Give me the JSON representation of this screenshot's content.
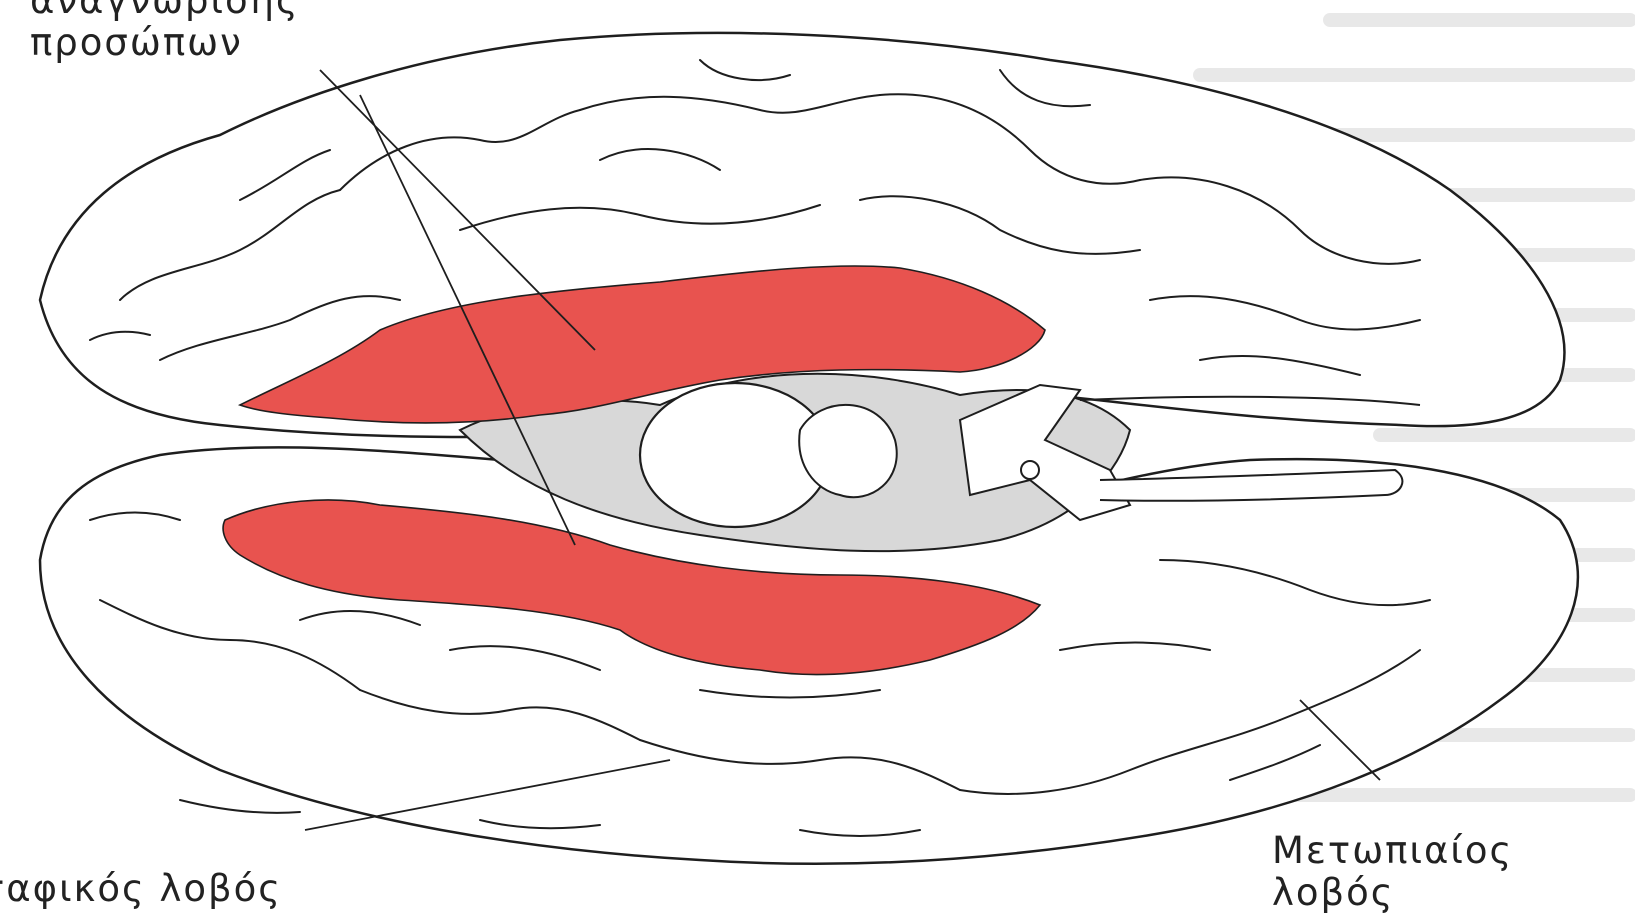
{
  "labels": {
    "face_area": {
      "line1": "αναγνώρισης",
      "line2": "προσώπων"
    },
    "occipital_lobe": "ταφικός λοβός",
    "frontal_lobe": {
      "line1": "Μετωπιαίος",
      "line2": "λοβός"
    }
  },
  "colors": {
    "highlight": "#e8534f",
    "outline": "#1e1e1e",
    "background_text": "#c9c9c9"
  }
}
